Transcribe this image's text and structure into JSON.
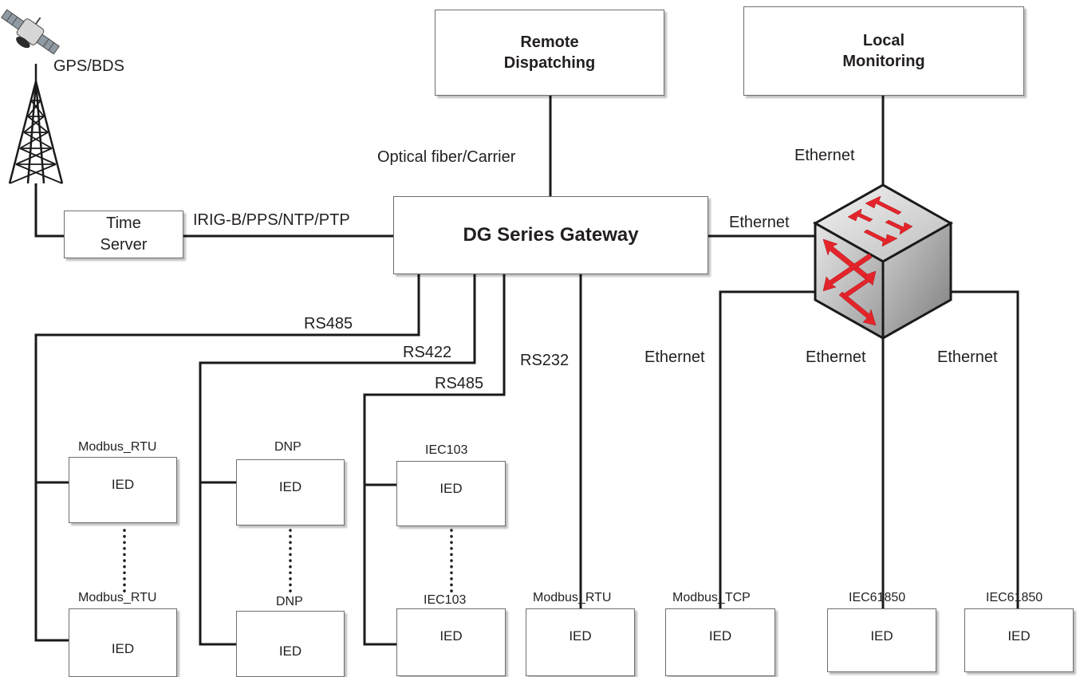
{
  "nodes": {
    "gps": "GPS/BDS",
    "time_server": "Time\nServer",
    "gateway": "DG Series Gateway",
    "remote": "Remote\nDispatching",
    "local": "Local\nMonitoring"
  },
  "links": {
    "irig": "IRIG-B/PPS/NTP/PTP",
    "fiber": "Optical fiber/Carrier",
    "eth_local": "Ethernet",
    "eth_switch": "Ethernet",
    "rs485_a": "RS485",
    "rs422": "RS422",
    "rs485_b": "RS485",
    "rs232": "RS232",
    "eth_tcp": "Ethernet",
    "eth_61850_a": "Ethernet",
    "eth_61850_b": "Ethernet"
  },
  "devices": [
    {
      "protocol": "Modbus_RTU",
      "label": "IED"
    },
    {
      "protocol": "Modbus_RTU",
      "label": "IED"
    },
    {
      "protocol": "DNP",
      "label": "IED"
    },
    {
      "protocol": "DNP",
      "label": "IED"
    },
    {
      "protocol": "IEC103",
      "label": "IED"
    },
    {
      "protocol": "IEC103",
      "label": "IED"
    },
    {
      "protocol": "Modbus_RTU",
      "label": "IED"
    },
    {
      "protocol": "Modbus_TCP",
      "label": "IED"
    },
    {
      "protocol": "IEC61850",
      "label": "IED"
    },
    {
      "protocol": "IEC61850",
      "label": "IED"
    }
  ],
  "icons": {
    "satellite": "satellite-icon",
    "tower": "radio-tower-icon",
    "switch": "network-switch-icon"
  },
  "colors": {
    "line": "#1a1a1a",
    "switch_arrows": "#e3252b",
    "switch_body": "#c9c9c9"
  }
}
